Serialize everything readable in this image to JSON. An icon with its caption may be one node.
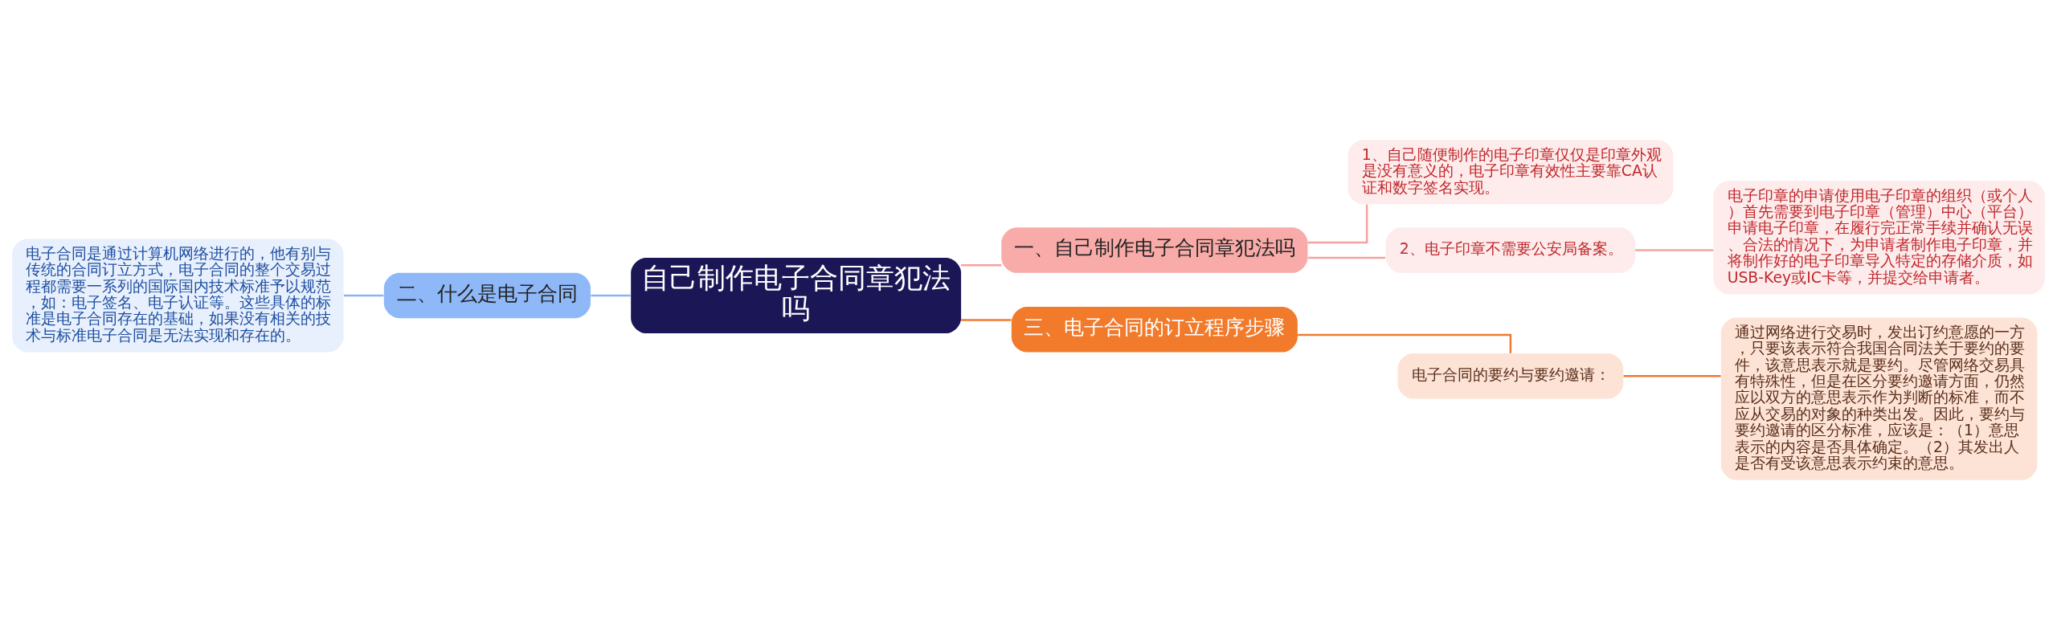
{
  "diagram": {
    "nodes": [
      {
        "text": [
          "自己制作电子合同章犯法吗"
        ]
      },
      {
        "text": [
          "一、自己制作电子合同章犯法吗"
        ]
      },
      {
        "text": [
          "1、自己随便制作的电子印章仅仅是印章外观是没有意义的，电子印章有效性主要靠CA认证和数字签名实现。"
        ]
      },
      {
        "text": [
          "2、电子印章不需要公安局备案。"
        ]
      },
      {
        "text": [
          "电子印章的申请使用电子印章的组织（或个人）首先需要到电子印章（管理）中心（平台）申请电子印章，在履行完正常手续并确认无误、合法的情况下，为申请者制作电子印章，并将制作好的电子印章导入特定的存储介质，如USB-Key或IC卡等，并提交给申请者。"
        ]
      },
      {
        "text": [
          "二、什么是电子合同"
        ]
      },
      {
        "text": [
          "电子合同是通过计算机网络进行的，他有别与传统的合同订立方式，电子合同的整个交易过程都需要一系列的国际国内技术标准予以规范，如：电子签名、电子认证等。这些具体的标准是电子合同存在的基础，如果没有相关的技术与标准电子合同是无法实现和存在的。"
        ]
      },
      {
        "text": [
          "三、电子合同的订立程序步骤"
        ]
      },
      {
        "text": [
          "电子合同的要约与要约邀请："
        ]
      },
      {
        "text": [
          "通过网络进行交易时，发出订约意愿的一方，只要该表示符合我国合同法关于要约的要件，该意思表示就是要约。尽管网络交易具有特殊性，但是在区分要约邀请方面，仍然应以双方的意思表示作为判断的标准，而不应从交易的对象的种类出发。因此，要约与要约邀请的区分标准，应该是：（1）意思表示的内容是否具体确定。（2）其发出人是否有受该意思表示约束的意思。"
        ]
      }
    ],
    "edges": [
      {
        "from": 0,
        "to": 1,
        "arrow": "none"
      },
      {
        "from": 1,
        "to": 2,
        "arrow": "none"
      },
      {
        "from": 1,
        "to": 3,
        "arrow": "none"
      },
      {
        "from": 3,
        "to": 4,
        "arrow": "none"
      },
      {
        "from": 0,
        "to": 5,
        "arrow": "none",
        "color": "#8fb3f0"
      },
      {
        "from": 5,
        "to": 6,
        "arrow": "none",
        "color": "#8fb3f0"
      },
      {
        "from": 0,
        "to": 7,
        "arrow": "none",
        "color": "#f07a30"
      },
      {
        "from": 7,
        "to": 8,
        "arrow": "none",
        "color": "#f07a30"
      },
      {
        "from": 8,
        "to": 9,
        "arrow": "none",
        "color": "#f07a30"
      }
    ]
  }
}
